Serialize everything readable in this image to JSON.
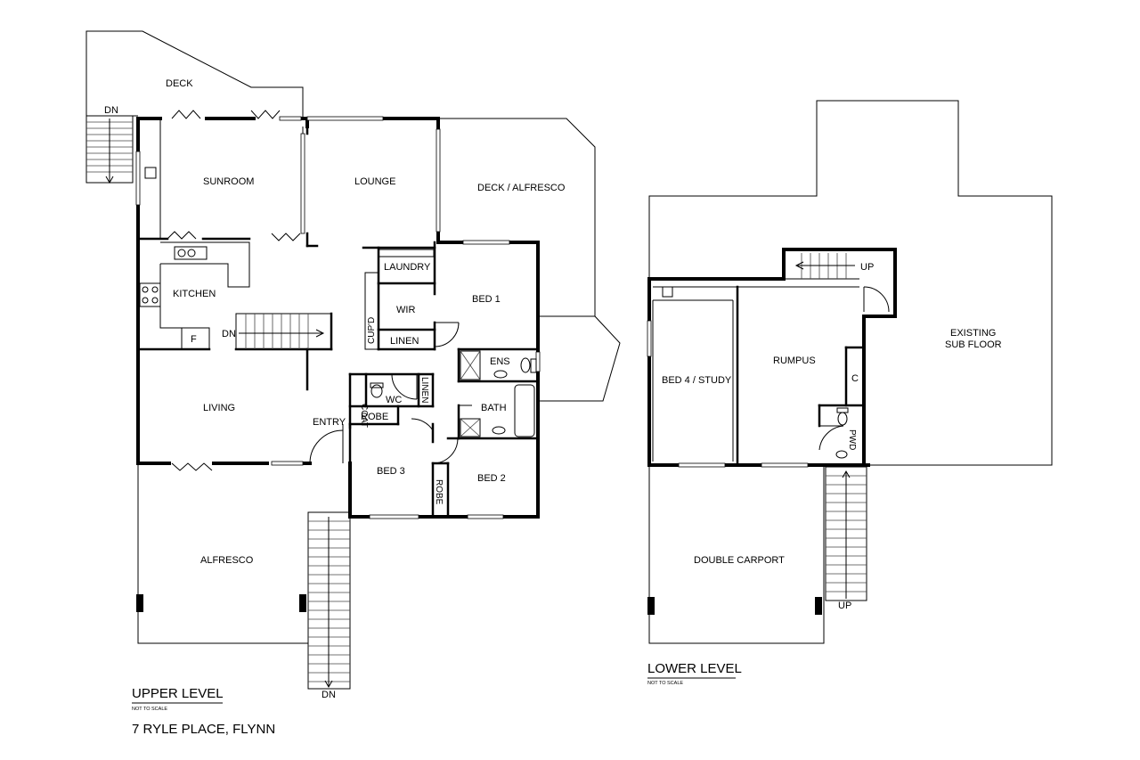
{
  "upper": {
    "rooms": {
      "deck": "DECK",
      "sunroom": "SUNROOM",
      "lounge": "LOUNGE",
      "deck_alfresco": "DECK / ALFRESCO",
      "laundry": "LAUNDRY",
      "kitchen": "KITCHEN",
      "wir": "WIR",
      "bed1": "BED 1",
      "cupd": "CUP'D",
      "linen1": "LINEN",
      "ens": "ENS",
      "f": "F",
      "coat": "COAT",
      "wc": "WC",
      "linen2": "LINEN",
      "bath": "BATH",
      "living": "LIVING",
      "entry": "ENTRY",
      "robe1": "ROBE",
      "bed3": "BED 3",
      "robe2": "ROBE",
      "bed2": "BED 2",
      "alfresco": "ALFRESCO"
    },
    "stairs": {
      "dn_deck": "DN",
      "dn_internal": "DN",
      "dn_front": "DN"
    },
    "footer": {
      "level_title": "UPPER LEVEL",
      "scale_note": "NOT TO SCALE",
      "address": "7 RYLE PLACE, FLYNN"
    }
  },
  "lower": {
    "rooms": {
      "up_internal": "UP",
      "existing_sub_floor_line1": "EXISTING",
      "existing_sub_floor_line2": "SUB FLOOR",
      "bed4_study": "BED 4 / STUDY",
      "rumpus": "RUMPUS",
      "c": "C",
      "pwd": "PWD",
      "double_carport": "DOUBLE CARPORT",
      "up_external": "UP"
    },
    "footer": {
      "level_title": "LOWER LEVEL",
      "scale_note": "NOT TO SCALE"
    }
  }
}
